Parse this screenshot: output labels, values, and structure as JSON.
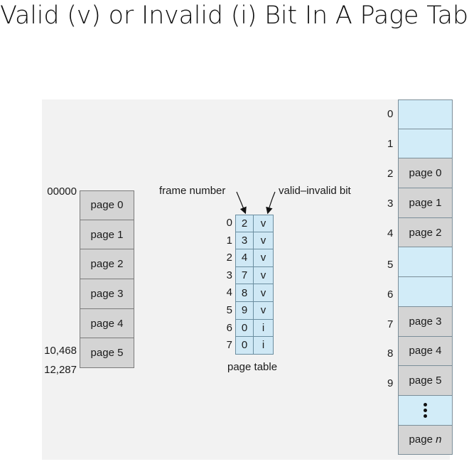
{
  "title": "Valid (v) or Invalid (i) Bit In A Page Table",
  "logical_memory": {
    "start_address": "00000",
    "addr_last_page_start": "10,468",
    "addr_end": "12,287",
    "pages": [
      "page 0",
      "page 1",
      "page 2",
      "page 3",
      "page 4",
      "page 5"
    ]
  },
  "page_table": {
    "label_frame": "frame number",
    "label_valid": "valid–invalid bit",
    "caption": "page table",
    "entries": [
      {
        "index": "0",
        "frame": "2",
        "bit": "v"
      },
      {
        "index": "1",
        "frame": "3",
        "bit": "v"
      },
      {
        "index": "2",
        "frame": "4",
        "bit": "v"
      },
      {
        "index": "3",
        "frame": "7",
        "bit": "v"
      },
      {
        "index": "4",
        "frame": "8",
        "bit": "v"
      },
      {
        "index": "5",
        "frame": "9",
        "bit": "v"
      },
      {
        "index": "6",
        "frame": "0",
        "bit": "i"
      },
      {
        "index": "7",
        "frame": "0",
        "bit": "i"
      }
    ]
  },
  "physical_memory": {
    "frames": [
      {
        "index": "0",
        "content": ""
      },
      {
        "index": "1",
        "content": ""
      },
      {
        "index": "2",
        "content": "page 0"
      },
      {
        "index": "3",
        "content": "page 1"
      },
      {
        "index": "4",
        "content": "page 2"
      },
      {
        "index": "5",
        "content": ""
      },
      {
        "index": "6",
        "content": ""
      },
      {
        "index": "7",
        "content": "page 3"
      },
      {
        "index": "8",
        "content": "page 4"
      },
      {
        "index": "9",
        "content": "page 5"
      },
      {
        "index": "",
        "content": ""
      },
      {
        "index": "",
        "content": "page n"
      }
    ]
  },
  "colors": {
    "frame_empty": "#d2ecf8",
    "frame_used": "#d4d4d4",
    "table_cell": "#cfe8f5",
    "figure_bg": "#f2f2f2"
  }
}
